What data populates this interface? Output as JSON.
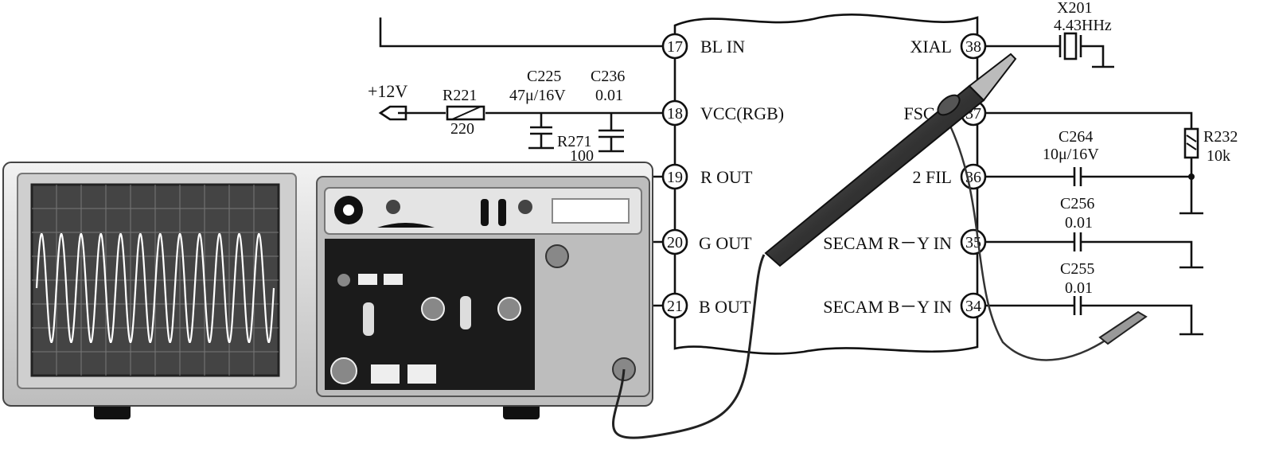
{
  "ic": {
    "left_pins": [
      {
        "num": "17",
        "label": "BL IN"
      },
      {
        "num": "18",
        "label": "VCC(RGB)"
      },
      {
        "num": "19",
        "label": "R OUT"
      },
      {
        "num": "20",
        "label": "G OUT"
      },
      {
        "num": "21",
        "label": "B OUT"
      }
    ],
    "right_pins": [
      {
        "num": "38",
        "label": "XIAL"
      },
      {
        "num": "37",
        "label": "FSC O"
      },
      {
        "num": "36",
        "label": "2 FIL"
      },
      {
        "num": "35",
        "label": "SECAM R－Y IN"
      },
      {
        "num": "34",
        "label": "SECAM B－Y IN"
      }
    ]
  },
  "components": {
    "supply": "+12V",
    "r221": {
      "name": "R221",
      "value": "220"
    },
    "c225": {
      "name": "C225",
      "value": "47μ/16V"
    },
    "c236": {
      "name": "C236",
      "value": "0.01"
    },
    "r271": {
      "name": "R271",
      "value": "100"
    },
    "x201": {
      "name": "X201",
      "value": "4.43HHz"
    },
    "r232": {
      "name": "R232",
      "value": "10k"
    },
    "c264": {
      "name": "C264",
      "value": "10μ/16V"
    },
    "c256": {
      "name": "C256",
      "value": "0.01"
    },
    "c255": {
      "name": "C255",
      "value": "0.01"
    }
  },
  "oscilloscope": {
    "trace": "sine",
    "cycles": 12,
    "colors": {
      "body": "#d9d9d9",
      "panel": "#1a1a1a",
      "screen": "#4a4a4a",
      "trace": "#ffffff"
    }
  }
}
